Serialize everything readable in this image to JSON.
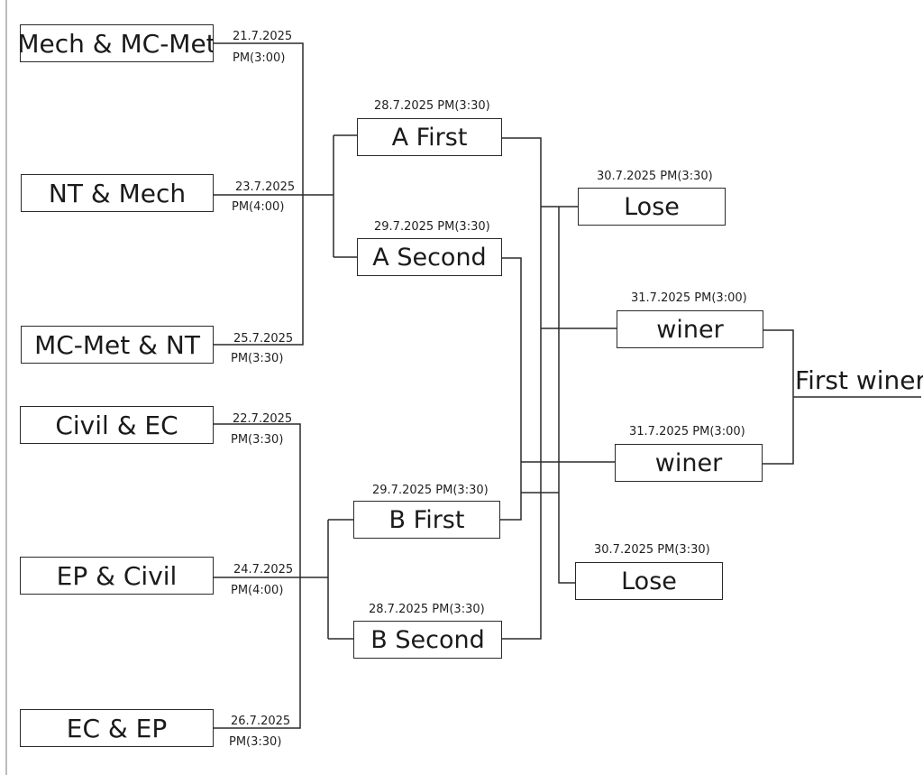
{
  "round1": [
    {
      "team": "Mech & MC-Met",
      "date": "21.7.2025",
      "time": "PM(3:00)"
    },
    {
      "team": "NT & Mech",
      "date": "23.7.2025",
      "time": "PM(4:00)"
    },
    {
      "team": "MC-Met & NT",
      "date": "25.7.2025",
      "time": "PM(3:30)"
    },
    {
      "team": "Civil & EC",
      "date": "22.7.2025",
      "time": "PM(3:30)"
    },
    {
      "team": "EP & Civil",
      "date": "24.7.2025",
      "time": "PM(4:00)"
    },
    {
      "team": "EC & EP",
      "date": "26.7.2025",
      "time": "PM(3:30)"
    }
  ],
  "round2": [
    {
      "team": "A First",
      "schedule": "28.7.2025  PM(3:30)"
    },
    {
      "team": "A Second",
      "schedule": "29.7.2025  PM(3:30)"
    },
    {
      "team": "B First",
      "schedule": "29.7.2025  PM(3:30)"
    },
    {
      "team": "B Second",
      "schedule": "28.7.2025  PM(3:30)"
    }
  ],
  "round3": [
    {
      "team": "Lose",
      "schedule": "30.7.2025  PM(3:30)"
    },
    {
      "team": "winer",
      "schedule": "31.7.2025  PM(3:00)"
    },
    {
      "team": "winer",
      "schedule": "31.7.2025  PM(3:00)"
    },
    {
      "team": "Lose",
      "schedule": "30.7.2025  PM(3:30)"
    }
  ],
  "final": {
    "label": "First winer"
  }
}
